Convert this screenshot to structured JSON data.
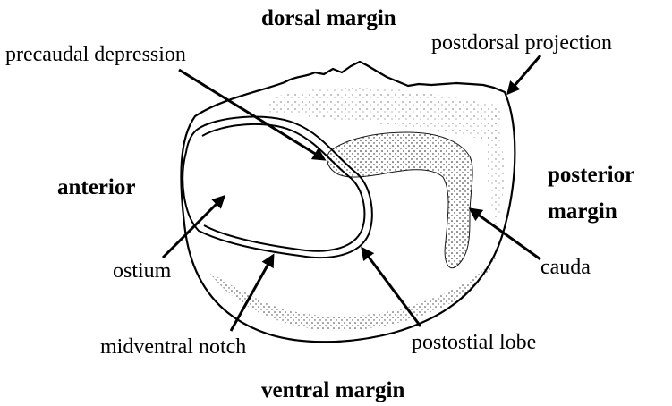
{
  "diagram": {
    "labels": {
      "dorsal_margin": "dorsal margin",
      "precaudal_depression": "precaudal depression",
      "postdorsal_projection": "postdorsal projection",
      "anterior": "anterior",
      "posterior_margin_line1": "posterior",
      "posterior_margin_line2": "margin",
      "ostium": "ostium",
      "cauda": "cauda",
      "midventral_notch": "midventral notch",
      "postostial_lobe": "postostial lobe",
      "ventral_margin": "ventral margin"
    }
  }
}
